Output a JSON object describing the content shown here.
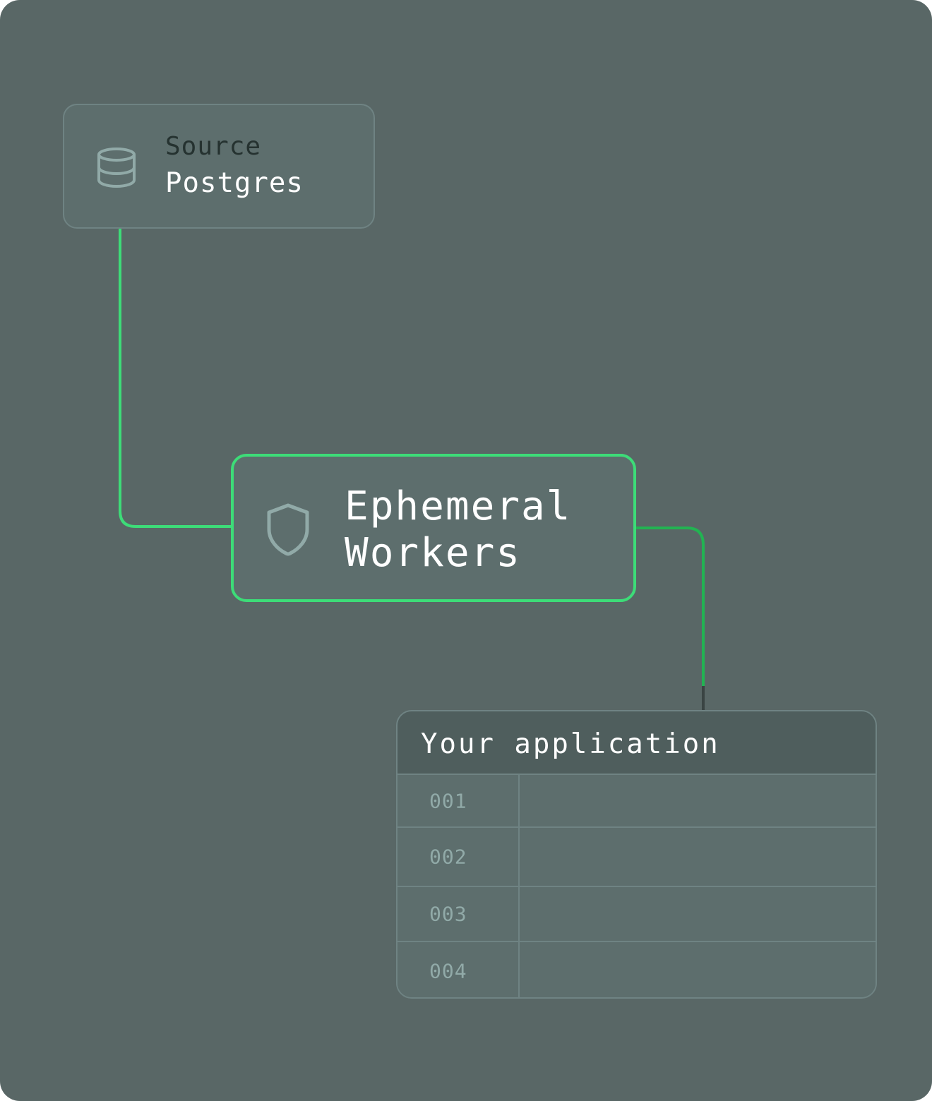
{
  "source": {
    "kicker": "Source",
    "name": "Postgres",
    "icon": "database-icon"
  },
  "worker": {
    "line1": "Ephemeral",
    "line2": "Workers",
    "icon": "shield-icon"
  },
  "app": {
    "title": "Your application",
    "rows": [
      {
        "id": "001",
        "value": ""
      },
      {
        "id": "002",
        "value": ""
      },
      {
        "id": "003",
        "value": ""
      },
      {
        "id": "004",
        "value": ""
      }
    ]
  },
  "colors": {
    "background": "#596766",
    "node_fill": "#5d6e6d",
    "node_border": "#6f8383",
    "accent_green": "#3ddc78",
    "icon": "#91aaa8",
    "text": "#ffffff"
  }
}
